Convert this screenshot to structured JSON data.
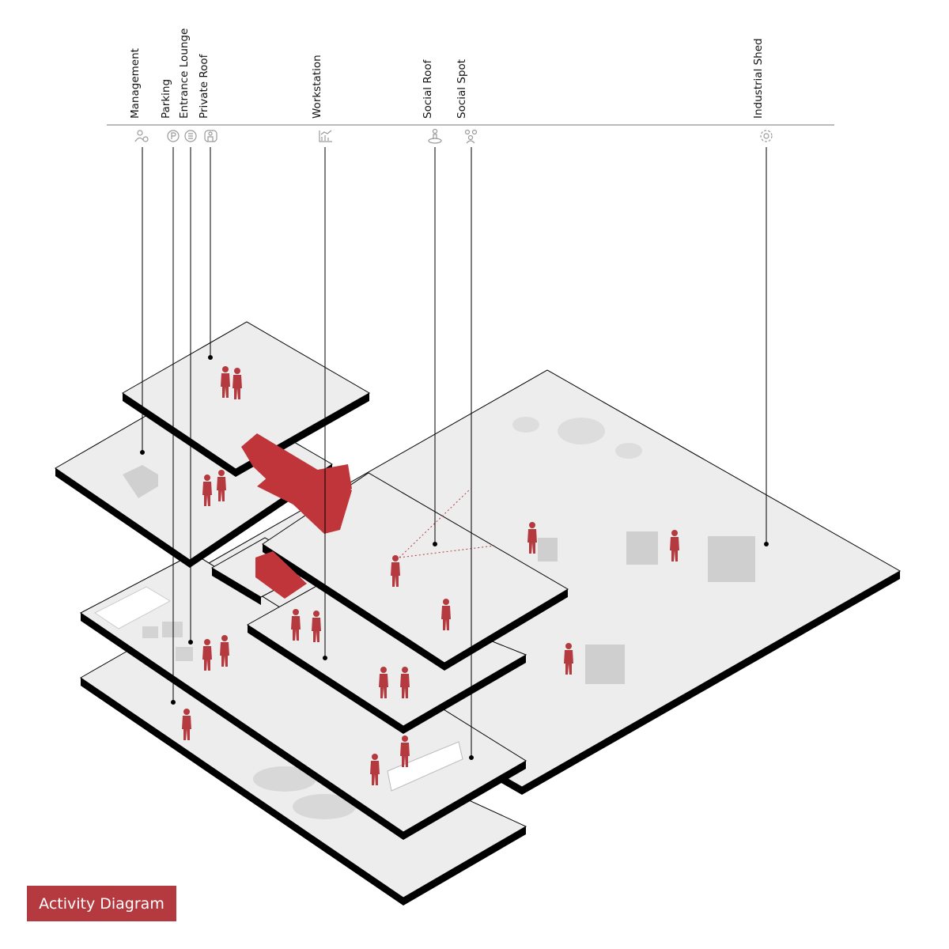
{
  "labels": {
    "management": "Management",
    "parking": "Parking",
    "entrance_lounge": "Entrance Lounge",
    "private_roof": "Private Roof",
    "workstation": "Workstation",
    "social_roof": "Social Roof",
    "social_spot": "Social Spot",
    "industrial_shed": "Industrial Shed"
  },
  "icons": {
    "management": "user-gear-icon",
    "parking": "parking-icon",
    "entrance_lounge": "list-circle-icon",
    "private_roof": "rooftop-people-icon",
    "workstation": "chart-icon",
    "social_roof": "location-person-icon",
    "social_spot": "group-icon",
    "industrial_shed": "gear-icon"
  },
  "badge": "Activity Diagram",
  "colors": {
    "accent": "#b43a3f",
    "slab": "#ededed",
    "edge": "#000000",
    "icon": "#9a9a9a"
  }
}
